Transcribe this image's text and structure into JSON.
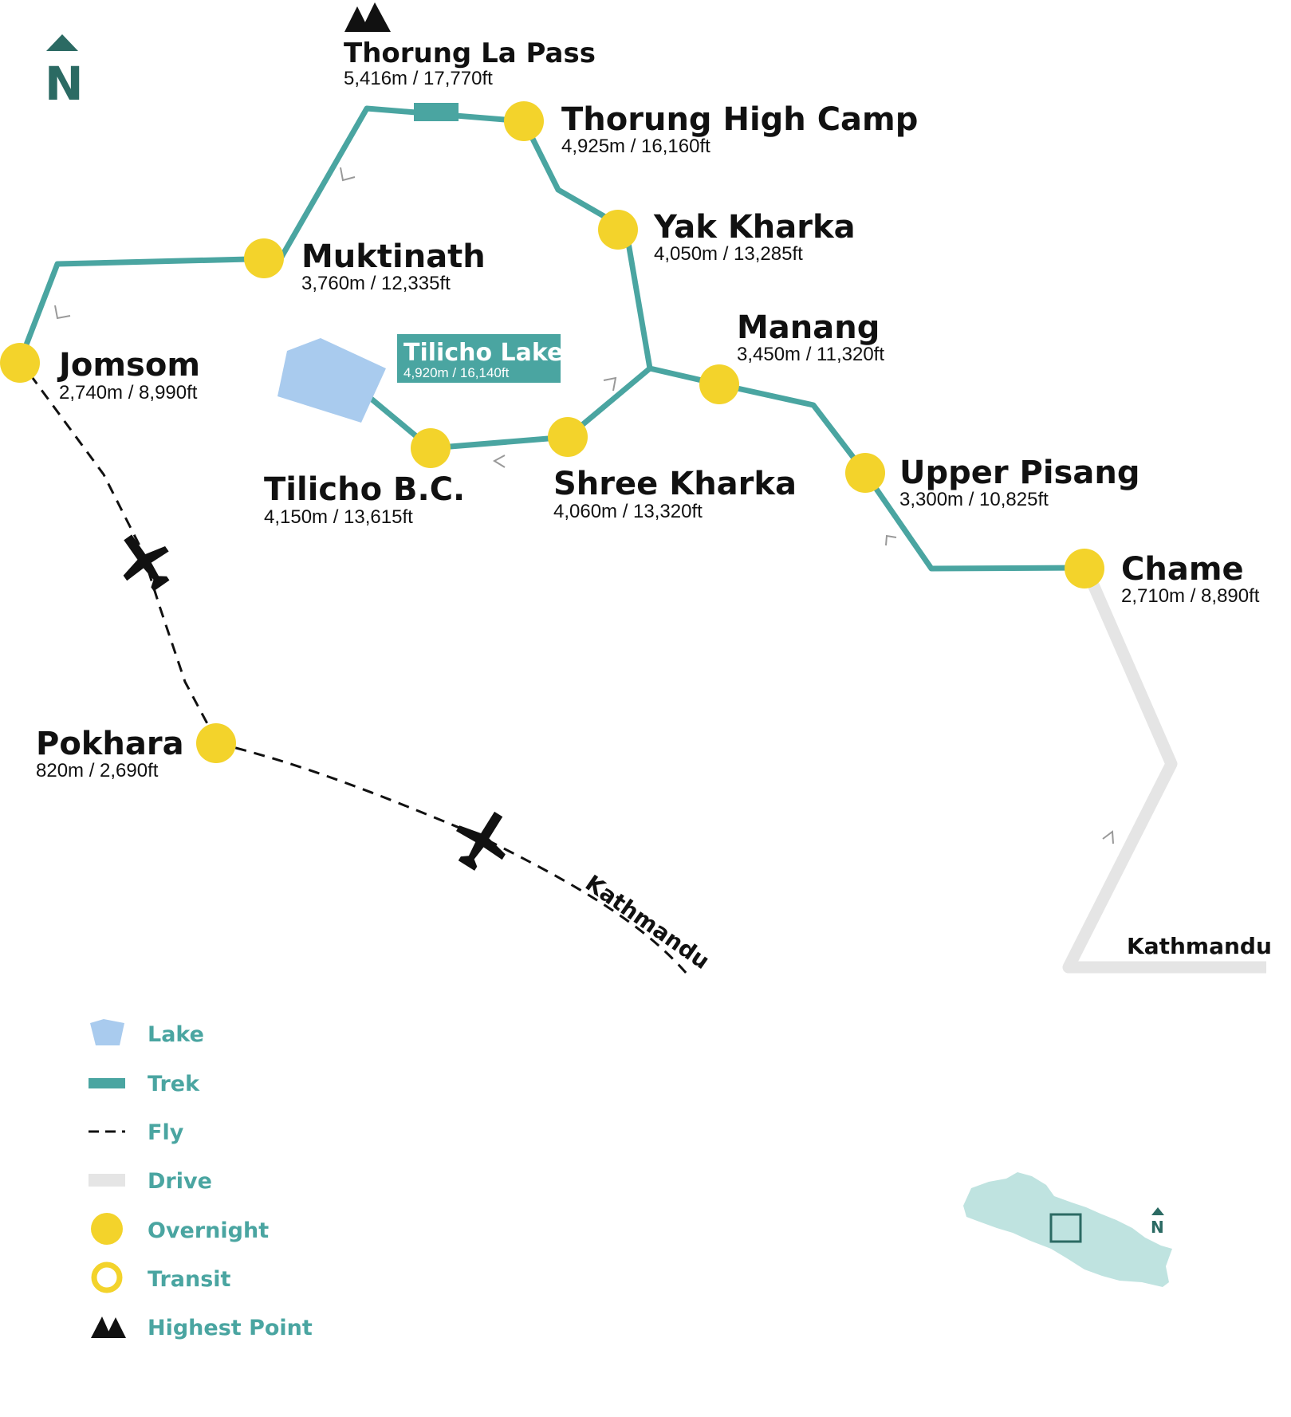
{
  "colors": {
    "trek": "#4aa5a1",
    "drive": "#e5e5e5",
    "fly": "#111111",
    "overnight": "#f3d32b",
    "lake": "#a9cbee",
    "legend_text": "#4aa5a1",
    "north_arrow": "#2b6a63",
    "mini_map_fill": "#bfe3e0",
    "mini_map_box": "#2b6a63"
  },
  "north_label": "N",
  "mini_map_north_label": "N",
  "places": {
    "thorung_la_pass": {
      "name": "Thorung La Pass",
      "alt": "5,416m / 17,770ft"
    },
    "thorung_high_camp": {
      "name": "Thorung High Camp",
      "alt": "4,925m / 16,160ft"
    },
    "yak_kharka": {
      "name": "Yak Kharka",
      "alt": "4,050m / 13,285ft"
    },
    "muktinath": {
      "name": "Muktinath",
      "alt": "3,760m / 12,335ft"
    },
    "manang": {
      "name": "Manang",
      "alt": "3,450m / 11,320ft"
    },
    "tilicho_lake": {
      "name": "Tilicho Lake",
      "alt": "4,920m / 16,140ft"
    },
    "jomsom": {
      "name": "Jomsom",
      "alt": "2,740m / 8,990ft"
    },
    "tilicho_bc": {
      "name": "Tilicho B.C.",
      "alt": "4,150m / 13,615ft"
    },
    "shree_kharka": {
      "name": "Shree Kharka",
      "alt": "4,060m / 13,320ft"
    },
    "upper_pisang": {
      "name": "Upper Pisang",
      "alt": "3,300m / 10,825ft"
    },
    "chame": {
      "name": "Chame",
      "alt": "2,710m / 8,890ft"
    },
    "pokhara": {
      "name": "Pokhara",
      "alt": "820m / 2,690ft"
    },
    "kathmandu_fly": {
      "name": "Kathmandu"
    },
    "kathmandu_drive": {
      "name": "Kathmandu"
    }
  },
  "legend": {
    "lake": "Lake",
    "trek": "Trek",
    "fly": "Fly",
    "drive": "Drive",
    "overnight": "Overnight",
    "transit": "Transit",
    "highest_point": "Highest Point"
  }
}
